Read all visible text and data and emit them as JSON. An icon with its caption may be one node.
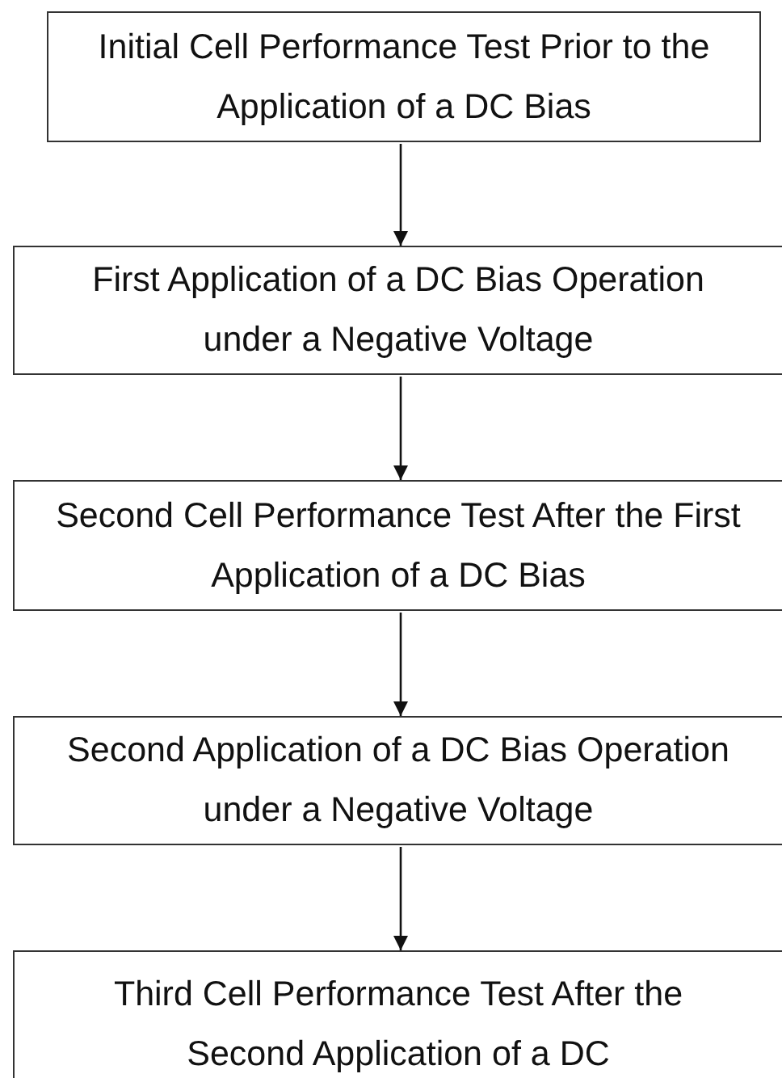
{
  "diagram": {
    "nodes": [
      {
        "text": [
          "Initial Cell Performance Test Prior to the Application of a DC Bias"
        ]
      },
      {
        "text": [
          "First Application of a DC Bias Operation under a Negative Voltage"
        ]
      },
      {
        "text": [
          "Second Cell Performance Test After the First Application of a DC Bias"
        ]
      },
      {
        "text": [
          "Second Application of a DC Bias Operation under a Negative Voltage"
        ]
      },
      {
        "text": [
          "Third Cell Performance Test After the Second Application of a DC"
        ]
      }
    ],
    "edges": [
      {
        "from": 0,
        "to": 1,
        "arrow": "to"
      },
      {
        "from": 1,
        "to": 2,
        "arrow": "to"
      },
      {
        "from": 2,
        "to": 3,
        "arrow": "to"
      },
      {
        "from": 3,
        "to": 4,
        "arrow": "to"
      }
    ]
  }
}
